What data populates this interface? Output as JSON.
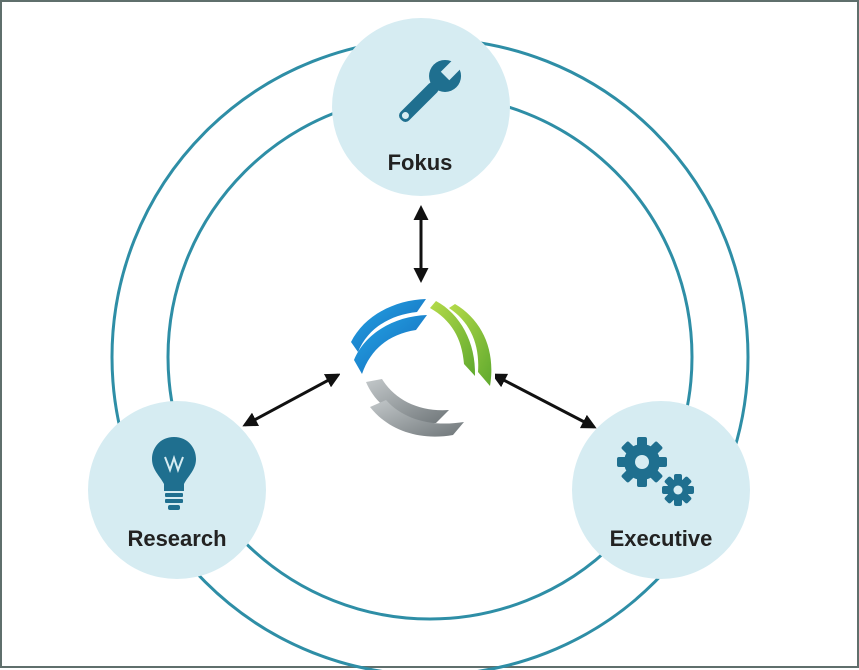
{
  "diagram": {
    "nodes": {
      "top": {
        "label": "Fokus",
        "icon": "wrench-icon"
      },
      "left": {
        "label": "Research",
        "icon": "lightbulb-icon"
      },
      "right": {
        "label": "Executive",
        "icon": "gears-icon"
      }
    },
    "center": {
      "icon": "logo-swirl-icon"
    },
    "colors": {
      "ring": "#2e8ea6",
      "node_fill": "#d6ecf2",
      "icon": "#1f6f8f",
      "arrow": "#111111",
      "logo_blue": "#1a8fd6",
      "logo_green": "#8cc63f",
      "logo_grey": "#9aa0a3"
    }
  }
}
